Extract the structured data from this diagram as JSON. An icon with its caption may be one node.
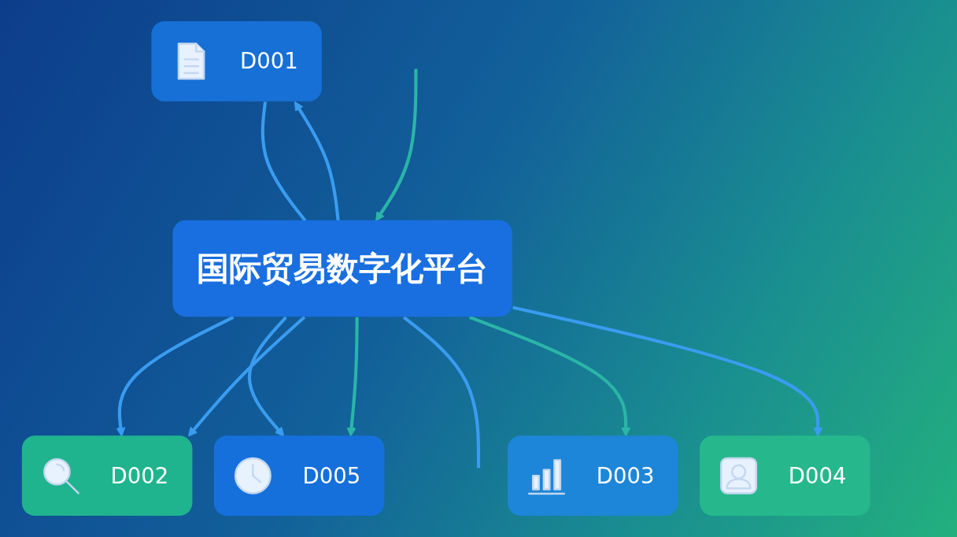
{
  "diagram": {
    "nodes": [
      {
        "text": [
          "D001"
        ]
      },
      {
        "text": [
          "D002"
        ]
      },
      {
        "text": [
          "国际贸易数字化平台"
        ]
      },
      {
        "text": [
          "D003"
        ]
      },
      {
        "text": [
          "D005"
        ]
      },
      {
        "text": [
          "D004"
        ]
      }
    ],
    "edges": [
      {
        "from": 2,
        "to": 0,
        "arrow": "to"
      },
      {
        "from": 0,
        "to": 2,
        "arrow": "none"
      },
      {
        "from": 2,
        "to": 1,
        "arrow": "to"
      },
      {
        "from": 2,
        "to": 1,
        "arrow": "to"
      },
      {
        "from": 2,
        "to": 4,
        "arrow": "to"
      },
      {
        "from": 2,
        "to": 4,
        "arrow": "to",
        "color": "#2bb5a8"
      },
      {
        "from": null,
        "to": 2,
        "arrow": "to",
        "color": "#2bb5a8"
      },
      {
        "from": 2,
        "to": null,
        "arrow": "none"
      },
      {
        "from": 2,
        "to": 3,
        "arrow": "to",
        "color": "#2bb5a8"
      },
      {
        "from": 2,
        "to": 5,
        "arrow": "to"
      }
    ]
  }
}
